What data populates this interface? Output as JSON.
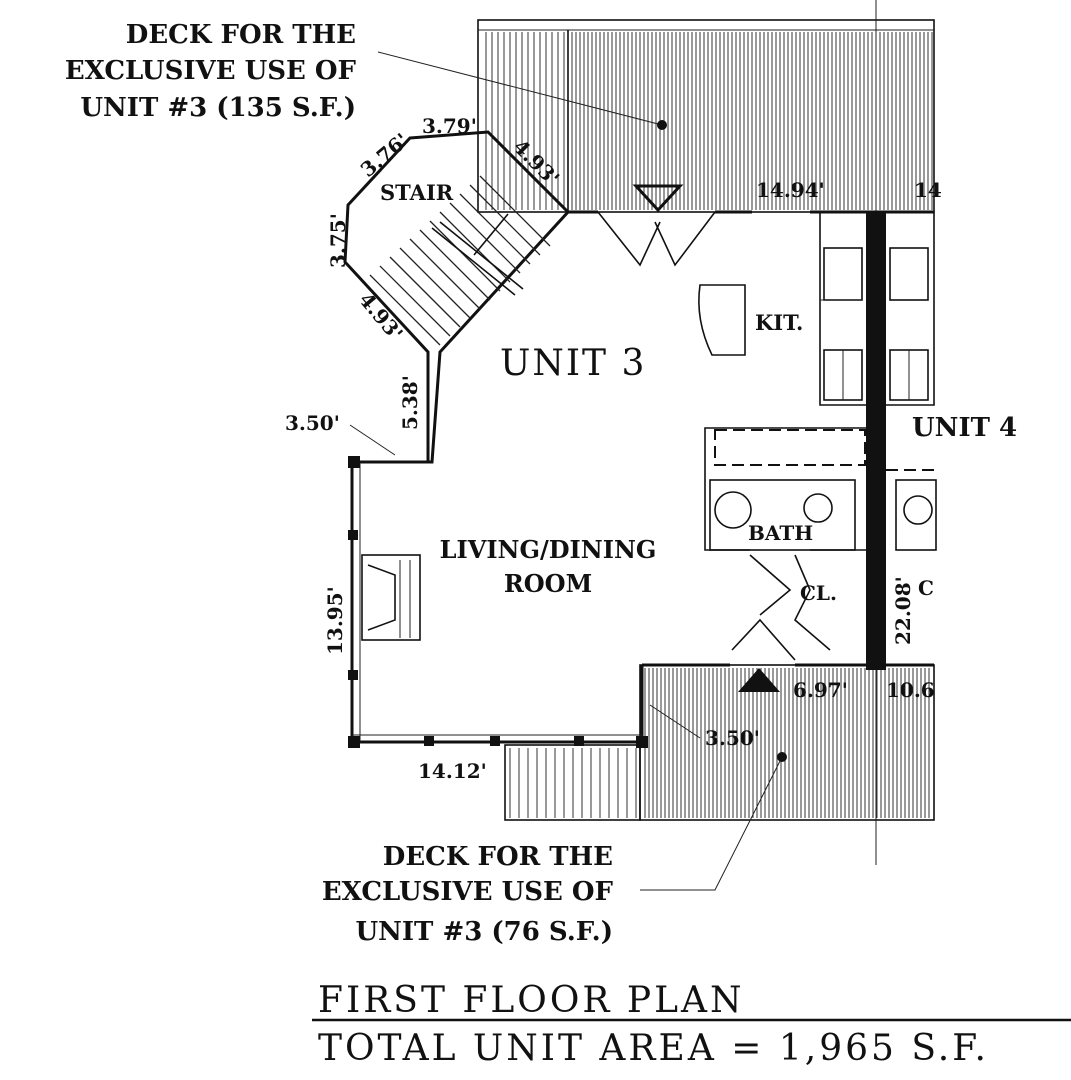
{
  "labels": {
    "deck_top": [
      "DECK FOR THE",
      "EXCLUSIVE USE OF",
      "UNIT #3 (135 S.F.)"
    ],
    "deck_bottom": [
      "DECK FOR THE",
      "EXCLUSIVE USE OF",
      "UNIT #3 (76 S.F.)"
    ],
    "stair": "STAIR",
    "unit3": "UNIT 3",
    "kitchen": "KIT.",
    "unit4": "UNIT 4",
    "living": [
      "LIVING/DINING",
      "ROOM"
    ],
    "bath": "BATH",
    "closet": "CL.",
    "closet2": "C"
  },
  "dimensions": {
    "d379": "3.79'",
    "d376": "3.76'",
    "d493a": "4.93'",
    "d375": "3.75'",
    "d493b": "4.93'",
    "d538": "5.38'",
    "d350a": "3.50'",
    "d1494": "14.94'",
    "d14cut": "14",
    "d1395": "13.95'",
    "d1412": "14.12'",
    "d350b": "3.50'",
    "d2208": "22.08'",
    "d697": "6.97'",
    "d106": "10.6"
  },
  "title": {
    "line1": "FIRST FLOOR PLAN",
    "line2": "TOTAL UNIT AREA = 1,965 S.F."
  }
}
